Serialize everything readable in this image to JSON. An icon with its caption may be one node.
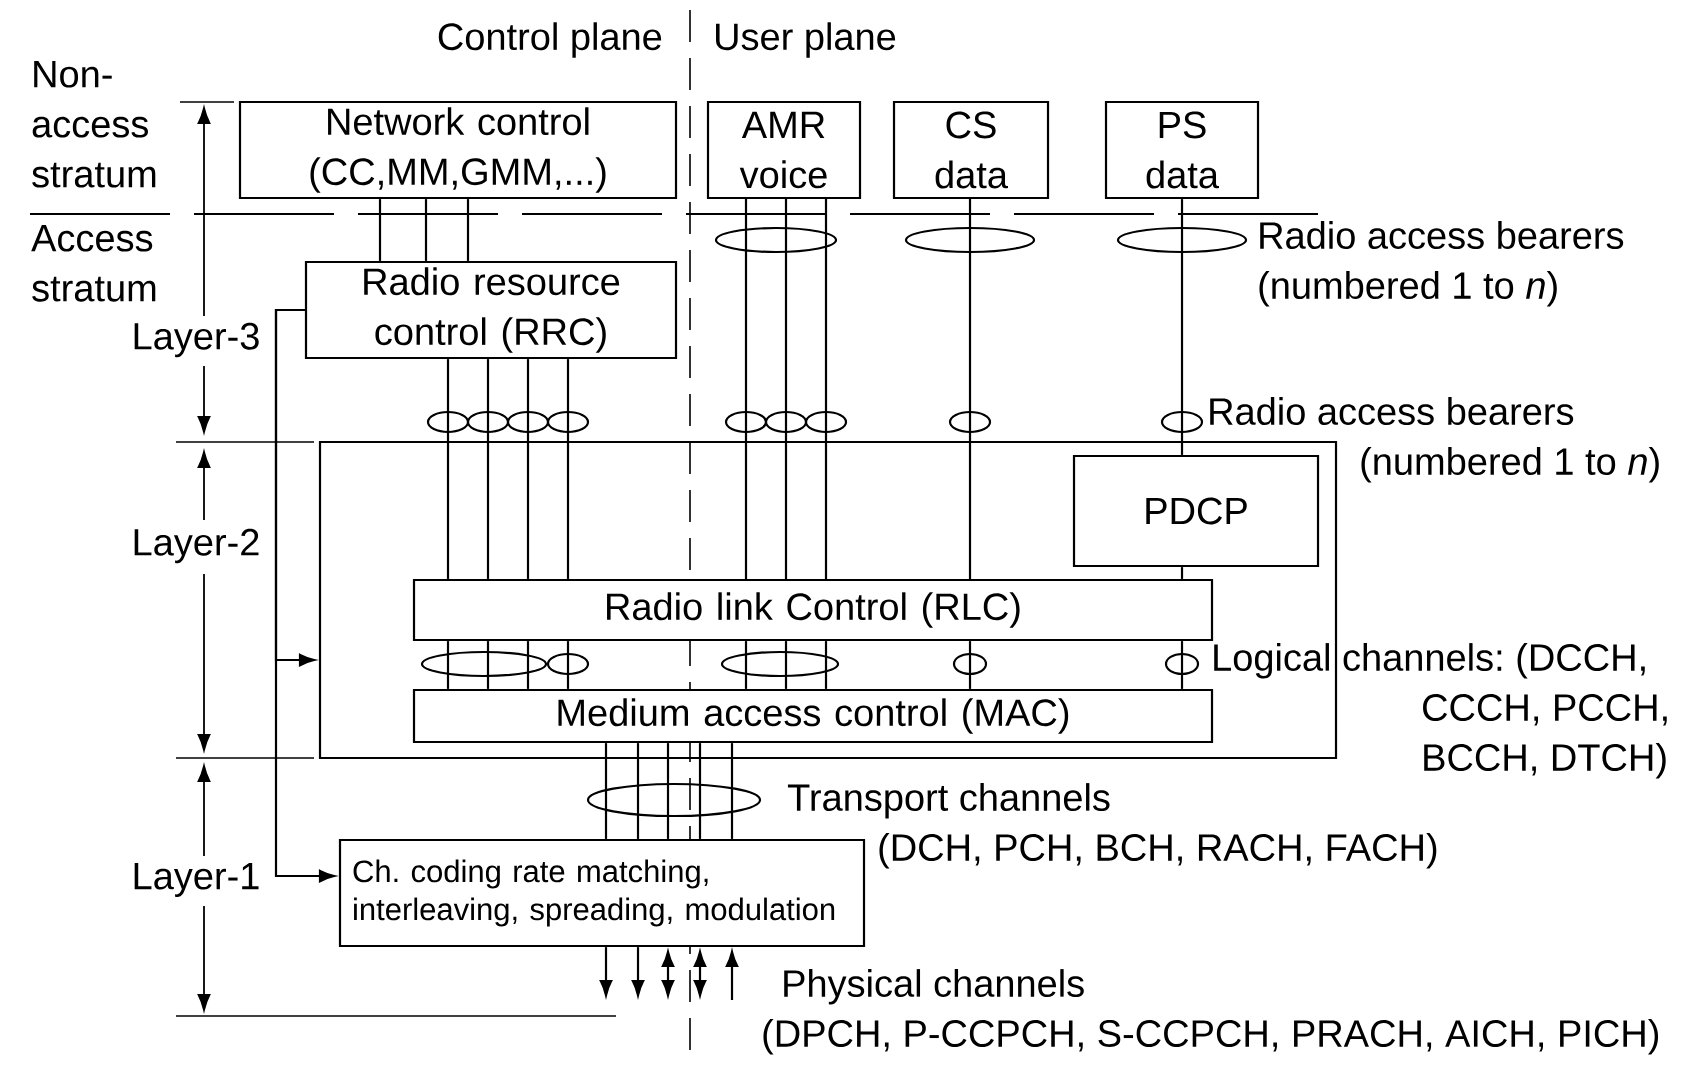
{
  "diagram": {
    "nodes": [
      {
        "text": [
          "Network control (CC,MM,GMM,...)"
        ]
      },
      {
        "text": [
          "AMR voice"
        ]
      },
      {
        "text": [
          "CS data"
        ]
      },
      {
        "text": [
          "PS data"
        ]
      },
      {
        "text": [
          "Radio resource control (RRC)"
        ]
      },
      {
        "text": [],
        "shape": "box"
      },
      {
        "text": [
          "PDCP"
        ],
        "in": 5
      },
      {
        "text": [
          "Radio link Control (RLC)"
        ],
        "in": 5
      },
      {
        "text": [
          "Medium access control (MAC)"
        ],
        "in": 5
      },
      {
        "text": [
          "Ch. coding rate matching, interleaving, spreading, modulation"
        ]
      }
    ],
    "edges": [
      {
        "from": 0,
        "to": 4,
        "arrow": "none"
      },
      {
        "from": 0,
        "to": 4,
        "arrow": "none"
      },
      {
        "from": 0,
        "to": 4,
        "arrow": "none"
      },
      {
        "from": 4,
        "to": 7,
        "arrow": "none"
      },
      {
        "from": 4,
        "to": 7,
        "arrow": "none"
      },
      {
        "from": 4,
        "to": 7,
        "arrow": "none"
      },
      {
        "from": 4,
        "to": 7,
        "arrow": "none"
      },
      {
        "from": 1,
        "to": 7,
        "arrow": "none"
      },
      {
        "from": 1,
        "to": 7,
        "arrow": "none"
      },
      {
        "from": 1,
        "to": 7,
        "arrow": "none"
      },
      {
        "from": 2,
        "to": 7,
        "arrow": "none"
      },
      {
        "from": 3,
        "to": 6,
        "arrow": "none"
      },
      {
        "from": 6,
        "to": 7,
        "arrow": "none"
      },
      {
        "from": 7,
        "to": 8,
        "arrow": "none"
      },
      {
        "from": 7,
        "to": 8,
        "arrow": "none"
      },
      {
        "from": 7,
        "to": 8,
        "arrow": "none"
      },
      {
        "from": 7,
        "to": 8,
        "arrow": "none"
      },
      {
        "from": 7,
        "to": 8,
        "arrow": "none"
      },
      {
        "from": 7,
        "to": 8,
        "arrow": "none"
      },
      {
        "from": 7,
        "to": 8,
        "arrow": "none"
      },
      {
        "from": 7,
        "to": 8,
        "arrow": "none"
      },
      {
        "from": 7,
        "to": 8,
        "arrow": "none"
      },
      {
        "from": 8,
        "to": 9,
        "arrow": "none"
      },
      {
        "from": 8,
        "to": 9,
        "arrow": "none"
      },
      {
        "from": 8,
        "to": 9,
        "arrow": "none"
      },
      {
        "from": 8,
        "to": 9,
        "arrow": "none"
      },
      {
        "from": 8,
        "to": 9,
        "arrow": "none"
      },
      {
        "from": 9,
        "to": null,
        "arrow": "to"
      },
      {
        "from": 9,
        "to": null,
        "arrow": "to"
      },
      {
        "from": 9,
        "to": null,
        "arrow": "both"
      },
      {
        "from": 9,
        "to": null,
        "arrow": "both"
      },
      {
        "from": null,
        "to": 9,
        "arrow": "to"
      },
      {
        "from": 4,
        "to": 5,
        "arrow": "to"
      },
      {
        "from": 4,
        "to": 9,
        "arrow": "to"
      }
    ],
    "labels": [
      "Control plane",
      "User plane",
      "Non-access stratum",
      "Access stratum",
      "Radio access bearers (numbered 1 to *n*)",
      "Layer-3",
      "Radio access bearers (numbered 1 to *n*)",
      "Layer-2",
      "Logical channels: (DCCH, CCCH, PCCH, BCCH, DTCH)",
      "Transport channels (DCH, PCH, BCH, RACH, FACH)",
      "Layer-1",
      "Physical channels (DPCH, P-CCPCH, S-CCPCH, PRACH, AICH, PICH)"
    ]
  }
}
